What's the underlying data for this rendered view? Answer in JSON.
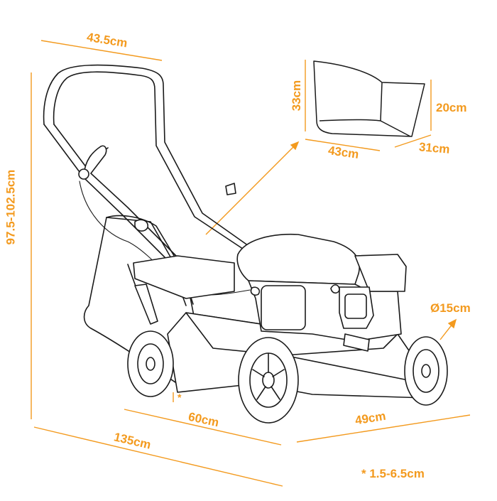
{
  "colors": {
    "accent": "#F39A1E",
    "line": "#1a1a1a",
    "background": "#ffffff"
  },
  "dimensions": {
    "handle_width": "43.5cm",
    "height": "97.5-102.5cm",
    "length": "135cm",
    "cutting_width": "60cm",
    "width": "49cm",
    "rear_wheel": "Ø15cm",
    "bag_height": "33cm",
    "bag_length": "43cm",
    "bag_width": "31cm",
    "bag_depth": "20cm"
  },
  "footnote": {
    "marker": "*",
    "text": "* 1.5-6.5cm"
  }
}
